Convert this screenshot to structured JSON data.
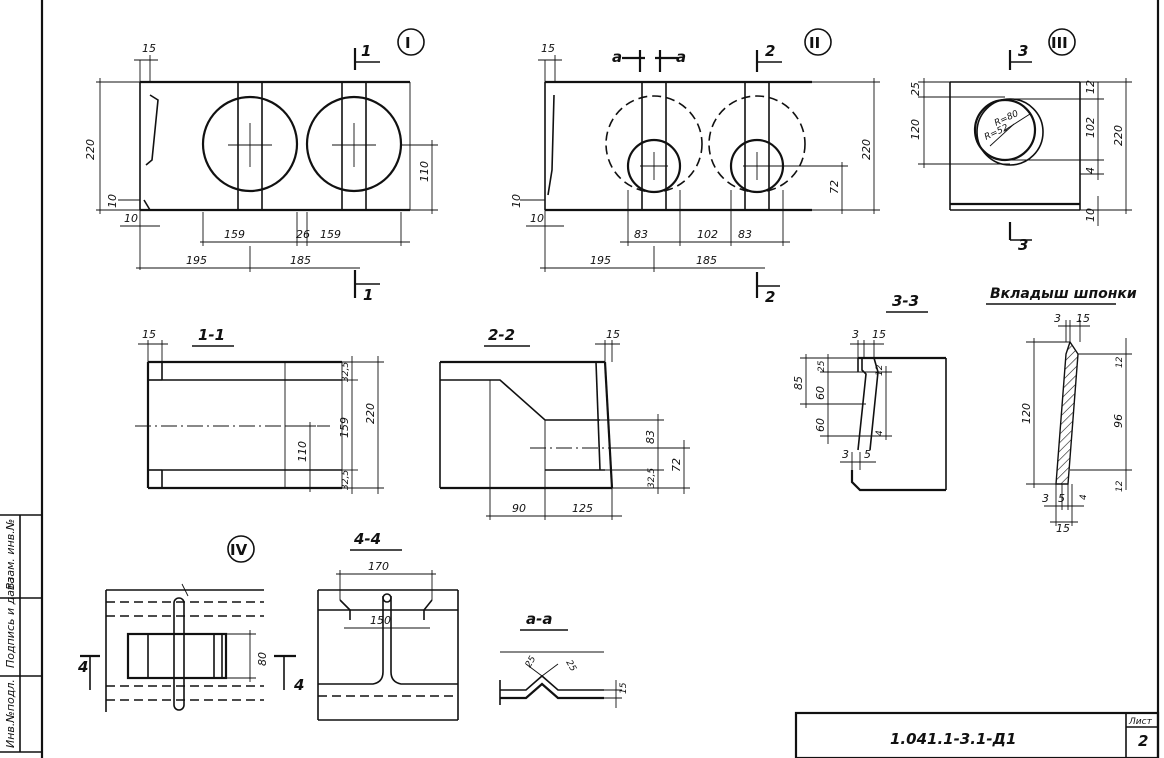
{
  "views": {
    "v1": {
      "marker": "I",
      "section_top": "1",
      "section_bottom": "1",
      "dims": {
        "d15": "15",
        "d220": "220",
        "d10a": "10",
        "d10b": "10",
        "d159a": "159",
        "d26": "26",
        "d159b": "159",
        "d195": "195",
        "d185": "185",
        "d110": "110"
      }
    },
    "v2": {
      "marker": "II",
      "section_top": "2",
      "section_bottom": "2",
      "section_a1": "a",
      "section_a2": "a",
      "dims": {
        "d15": "15",
        "d10a": "10",
        "d10b": "10",
        "d83a": "83",
        "d102": "102",
        "d83b": "83",
        "d195": "195",
        "d185": "185",
        "d72": "72",
        "d220": "220"
      }
    },
    "v3": {
      "marker": "III",
      "section_top": "3",
      "section_bottom": "3",
      "dims": {
        "d25": "25",
        "d120": "120",
        "d12": "12",
        "d102": "102",
        "d220": "220",
        "d4": "4",
        "d10": "10",
        "r80": "R=80",
        "r52": "R=52"
      }
    }
  },
  "sections": {
    "s11": {
      "title": "1-1",
      "dims": {
        "d15": "15",
        "d325": "32,5",
        "d159": "159",
        "d220": "220",
        "d110": "110",
        "d325b": "32,5"
      }
    },
    "s22": {
      "title": "2-2",
      "dims": {
        "d15": "15",
        "d83": "83",
        "d325": "32,5",
        "d72": "72",
        "d90": "90",
        "d125": "125"
      }
    },
    "s33": {
      "title": "3-3",
      "dims": {
        "d3": "3",
        "d15": "15",
        "d85": "85",
        "d25": "25",
        "d60a": "60",
        "d60b": "60",
        "d12": "12",
        "d4": "4",
        "d3b": "3",
        "d5": "5"
      }
    },
    "insert": {
      "title": "Вкладыш шпонки",
      "dims": {
        "d3": "3",
        "d15": "15",
        "d120": "120",
        "d12": "12",
        "d96": "96",
        "d3b": "3",
        "d5": "5",
        "d4": "4",
        "d12b": "12",
        "d15b": "15"
      }
    },
    "v4": {
      "marker": "IV",
      "left_mark": "4",
      "right_mark": "4",
      "dims": {
        "d80": "80"
      }
    },
    "s44": {
      "title": "4-4",
      "dims": {
        "d170": "170",
        "d150": "150"
      }
    },
    "saa": {
      "title": "a-a",
      "dims": {
        "d25a": "25",
        "d25b": "25",
        "d15": "15"
      }
    }
  },
  "stamp": {
    "code": "1.041.1-3.1-Д1",
    "sheet_label": "Лист",
    "sheet_number": "2"
  },
  "side_labels": [
    "Инв.№подл.",
    "Подпись и дата",
    "Взам. инв.№"
  ]
}
